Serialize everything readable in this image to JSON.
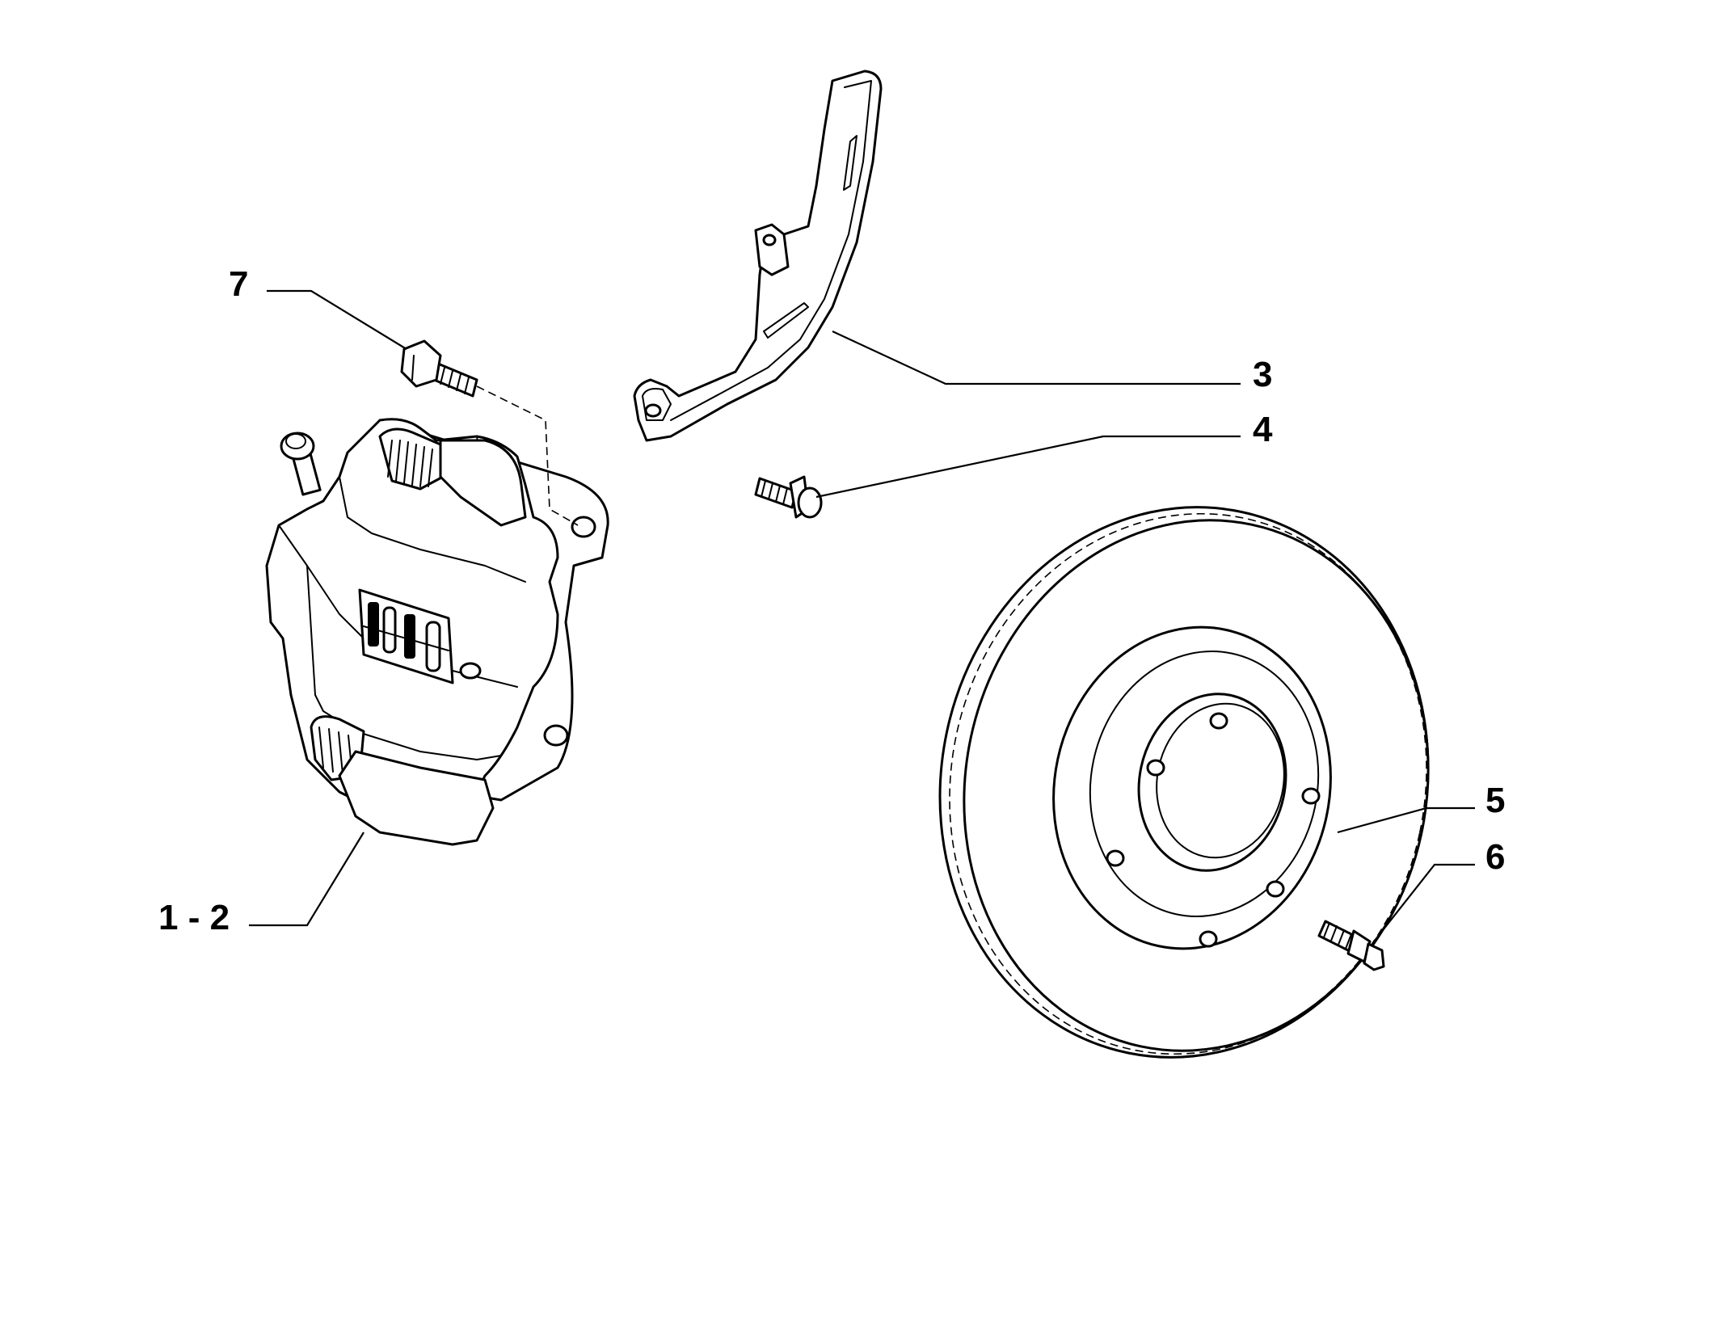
{
  "callouts": {
    "c7": "7",
    "c3": "3",
    "c4": "4",
    "c5": "5",
    "c6": "6",
    "c12": "1 - 2"
  }
}
